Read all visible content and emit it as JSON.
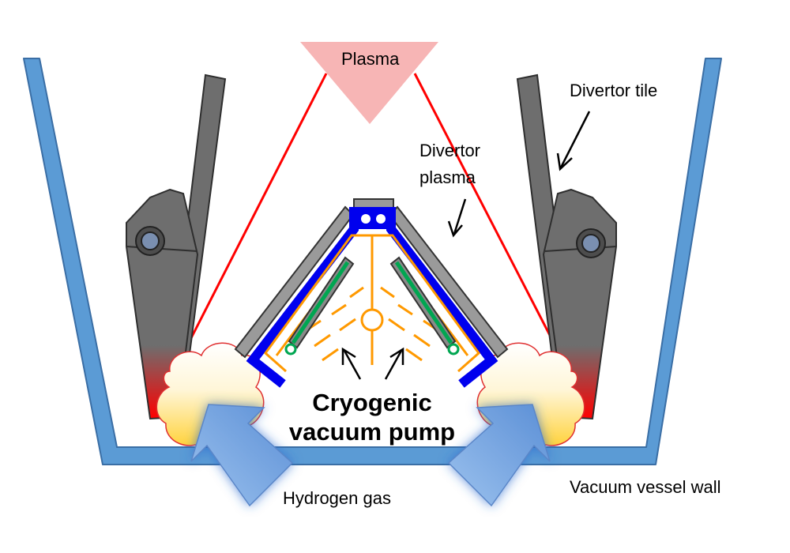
{
  "labels": {
    "plasma": "Plasma",
    "divertor_tile": "Divertor tile",
    "divertor_plasma_line1": "Divertor",
    "divertor_plasma_line2": "plasma",
    "cryopump_line1": "Cryogenic",
    "cryopump_line2": "vacuum pump",
    "hydrogen_gas": "Hydrogen gas",
    "vessel_wall": "Vacuum vessel wall"
  },
  "colors": {
    "vessel_wall": "#5b9bd5",
    "divertor_tile": "#6e6e6e",
    "separatrix": "#ff0000",
    "plasma_fill": "#f7b5b5",
    "pump_shield": "#0000ee",
    "pump_frame": "#ff9900",
    "cryopanel": "#00a651",
    "pump_cover": "#9a9a9a",
    "gas_arrow": "#7fb0e8"
  }
}
